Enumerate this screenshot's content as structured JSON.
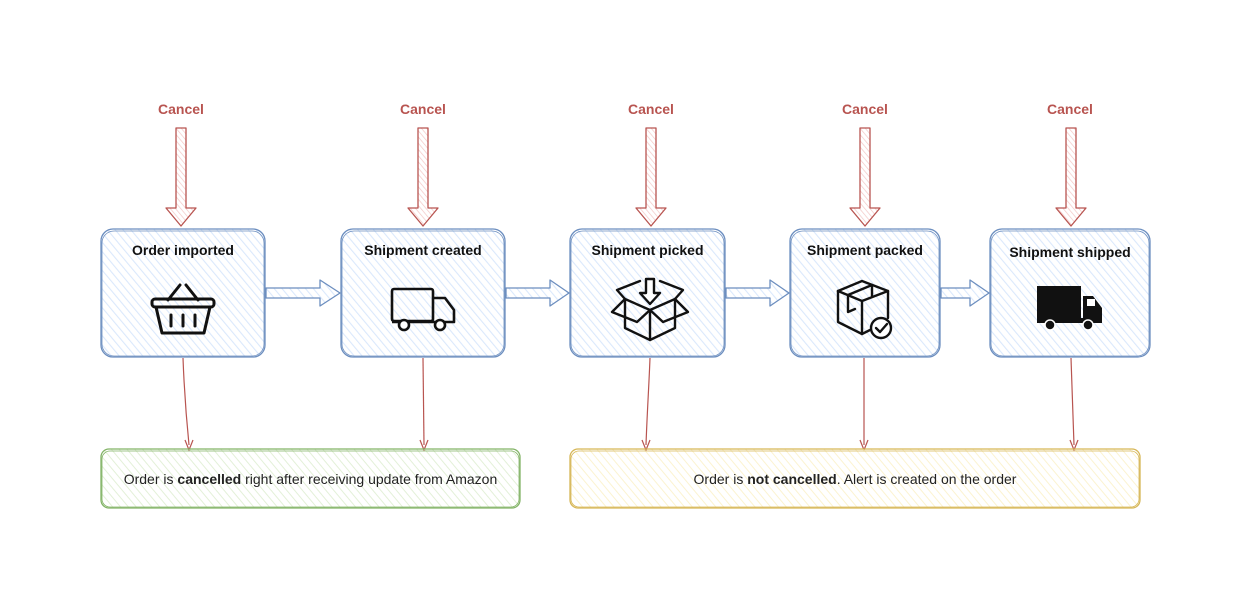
{
  "cancel_label": "Cancel",
  "steps": [
    {
      "title": "Order imported",
      "icon": "basket-icon"
    },
    {
      "title": "Shipment created",
      "icon": "truck-outline-icon"
    },
    {
      "title": "Shipment picked",
      "icon": "open-box-icon"
    },
    {
      "title": "Shipment packed",
      "icon": "packed-box-check-icon"
    },
    {
      "title": "Shipment shipped",
      "icon": "truck-filled-icon"
    }
  ],
  "outcomes": {
    "cancelled": {
      "prefix": "Order is ",
      "bold": "cancelled",
      "suffix": " right after receiving update from Amazon",
      "color": "#82b366"
    },
    "not_cancelled": {
      "prefix": "Order is ",
      "bold": "not cancelled",
      "suffix": ". Alert is created on the order",
      "color": "#d6b656"
    }
  },
  "colors": {
    "cancel": "#b85450",
    "step_border": "#6c8ebf",
    "step_fill": "#dae8fc"
  }
}
